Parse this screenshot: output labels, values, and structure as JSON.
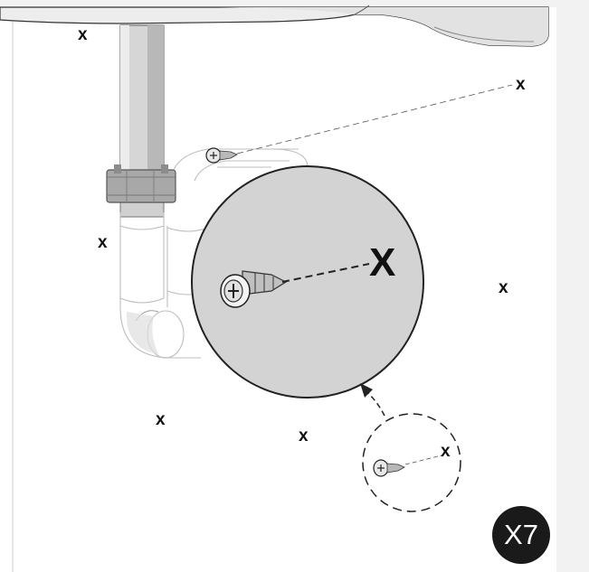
{
  "labels": {
    "x_mark": "x",
    "x_mark_large": "X"
  },
  "step_badge": "X7",
  "colors": {
    "background": "#ffffff",
    "sheet": "#f2f2f2",
    "line": "#333333",
    "faint_line": "#bdbdbd",
    "callout_fill": "#d3d3d3",
    "badge": "#1a1a1a"
  },
  "icons": [
    "screw-icon",
    "callout-arrow-icon"
  ]
}
